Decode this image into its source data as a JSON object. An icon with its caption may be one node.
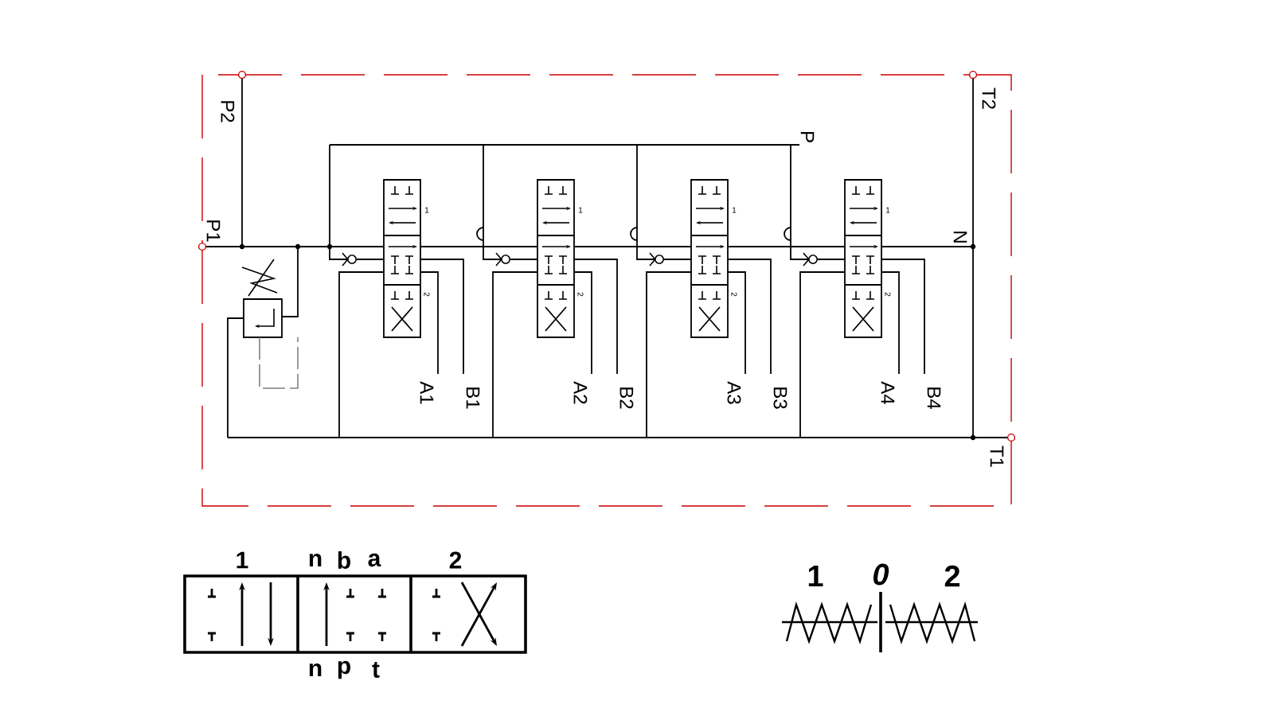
{
  "diagram": {
    "labels": [
      "P2",
      "T2",
      "P",
      "1",
      "1",
      "1",
      "1",
      "P1",
      "N",
      "2",
      "2",
      "2",
      "2",
      "A1",
      "B1",
      "A2",
      "B2",
      "A3",
      "B3",
      "A4",
      "B4",
      "T1",
      "1",
      "n",
      "b",
      "a",
      "2",
      "1",
      "0",
      "2",
      "n",
      "p",
      "t"
    ]
  }
}
